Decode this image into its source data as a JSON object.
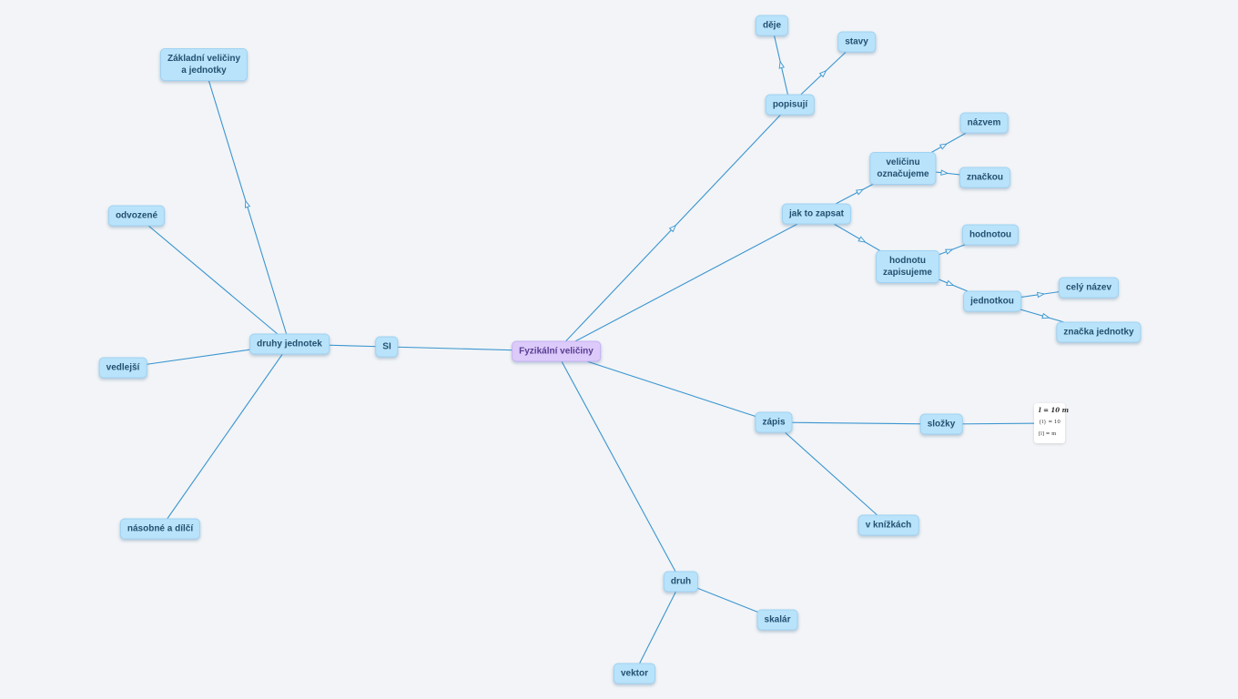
{
  "root": {
    "id": "root",
    "label": "Fyzikální veličiny"
  },
  "nodes": [
    {
      "id": "si",
      "label": "SI"
    },
    {
      "id": "druhy",
      "label": "druhy jednotek"
    },
    {
      "id": "zakladni",
      "lines": [
        "Základní veličiny",
        "a jednotky"
      ]
    },
    {
      "id": "odvozene",
      "label": "odvozené"
    },
    {
      "id": "vedlejsi",
      "label": "vedlejší"
    },
    {
      "id": "nasobne",
      "label": "násobné a dílčí"
    },
    {
      "id": "popisuji",
      "label": "popisují"
    },
    {
      "id": "deje",
      "label": "děje"
    },
    {
      "id": "stavy",
      "label": "stavy"
    },
    {
      "id": "jak",
      "label": "jak to zapsat"
    },
    {
      "id": "velicinu",
      "lines": [
        "veličinu",
        "označujeme"
      ]
    },
    {
      "id": "nazvem",
      "label": "názvem"
    },
    {
      "id": "znackou",
      "label": "značkou"
    },
    {
      "id": "hodnotu",
      "lines": [
        "hodnotu",
        "zapisujeme"
      ]
    },
    {
      "id": "hodnotou",
      "label": "hodnotou"
    },
    {
      "id": "jednotkou",
      "label": "jednotkou"
    },
    {
      "id": "cely",
      "label": "celý název"
    },
    {
      "id": "znacka",
      "label": "značka jednotky"
    },
    {
      "id": "zapis",
      "label": "zápis"
    },
    {
      "id": "slozky",
      "label": "složky"
    },
    {
      "id": "knizkach",
      "label": "v knížkách"
    },
    {
      "id": "druh",
      "label": "druh"
    },
    {
      "id": "skalar",
      "label": "skalár"
    },
    {
      "id": "vektor",
      "label": "vektor"
    }
  ],
  "formula": {
    "line1": "l = 10 m",
    "line2": "{l} = 10",
    "line3": "[l] = m"
  },
  "edges": [
    {
      "from": "root",
      "to": "si"
    },
    {
      "from": "si",
      "to": "druhy"
    },
    {
      "from": "druhy",
      "to": "zakladni",
      "arrow": true
    },
    {
      "from": "druhy",
      "to": "odvozene"
    },
    {
      "from": "druhy",
      "to": "vedlejsi"
    },
    {
      "from": "druhy",
      "to": "nasobne"
    },
    {
      "from": "root",
      "to": "popisuji",
      "arrow": true
    },
    {
      "from": "popisuji",
      "to": "deje",
      "arrow": true
    },
    {
      "from": "popisuji",
      "to": "stavy",
      "arrow": true
    },
    {
      "from": "root",
      "to": "jak"
    },
    {
      "from": "jak",
      "to": "velicinu",
      "arrow": true
    },
    {
      "from": "velicinu",
      "to": "nazvem",
      "arrow": true
    },
    {
      "from": "velicinu",
      "to": "znackou",
      "arrow": true
    },
    {
      "from": "jak",
      "to": "hodnotu",
      "arrow": true
    },
    {
      "from": "hodnotu",
      "to": "hodnotou",
      "arrow": true
    },
    {
      "from": "hodnotu",
      "to": "jednotkou",
      "arrow": true
    },
    {
      "from": "jednotkou",
      "to": "cely",
      "arrow": true
    },
    {
      "from": "jednotkou",
      "to": "znacka",
      "arrow": true
    },
    {
      "from": "root",
      "to": "zapis"
    },
    {
      "from": "zapis",
      "to": "slozky"
    },
    {
      "from": "slozky",
      "to": "formula"
    },
    {
      "from": "zapis",
      "to": "knizkach"
    },
    {
      "from": "root",
      "to": "druh"
    },
    {
      "from": "druh",
      "to": "skalar"
    },
    {
      "from": "druh",
      "to": "vektor"
    }
  ],
  "colors": {
    "background": "#f2f4f7",
    "node_fill": "#b9e3fb",
    "node_text": "#245070",
    "root_fill": "#dccafa",
    "root_text": "#5a3d92",
    "edge": "#3a95d0"
  }
}
